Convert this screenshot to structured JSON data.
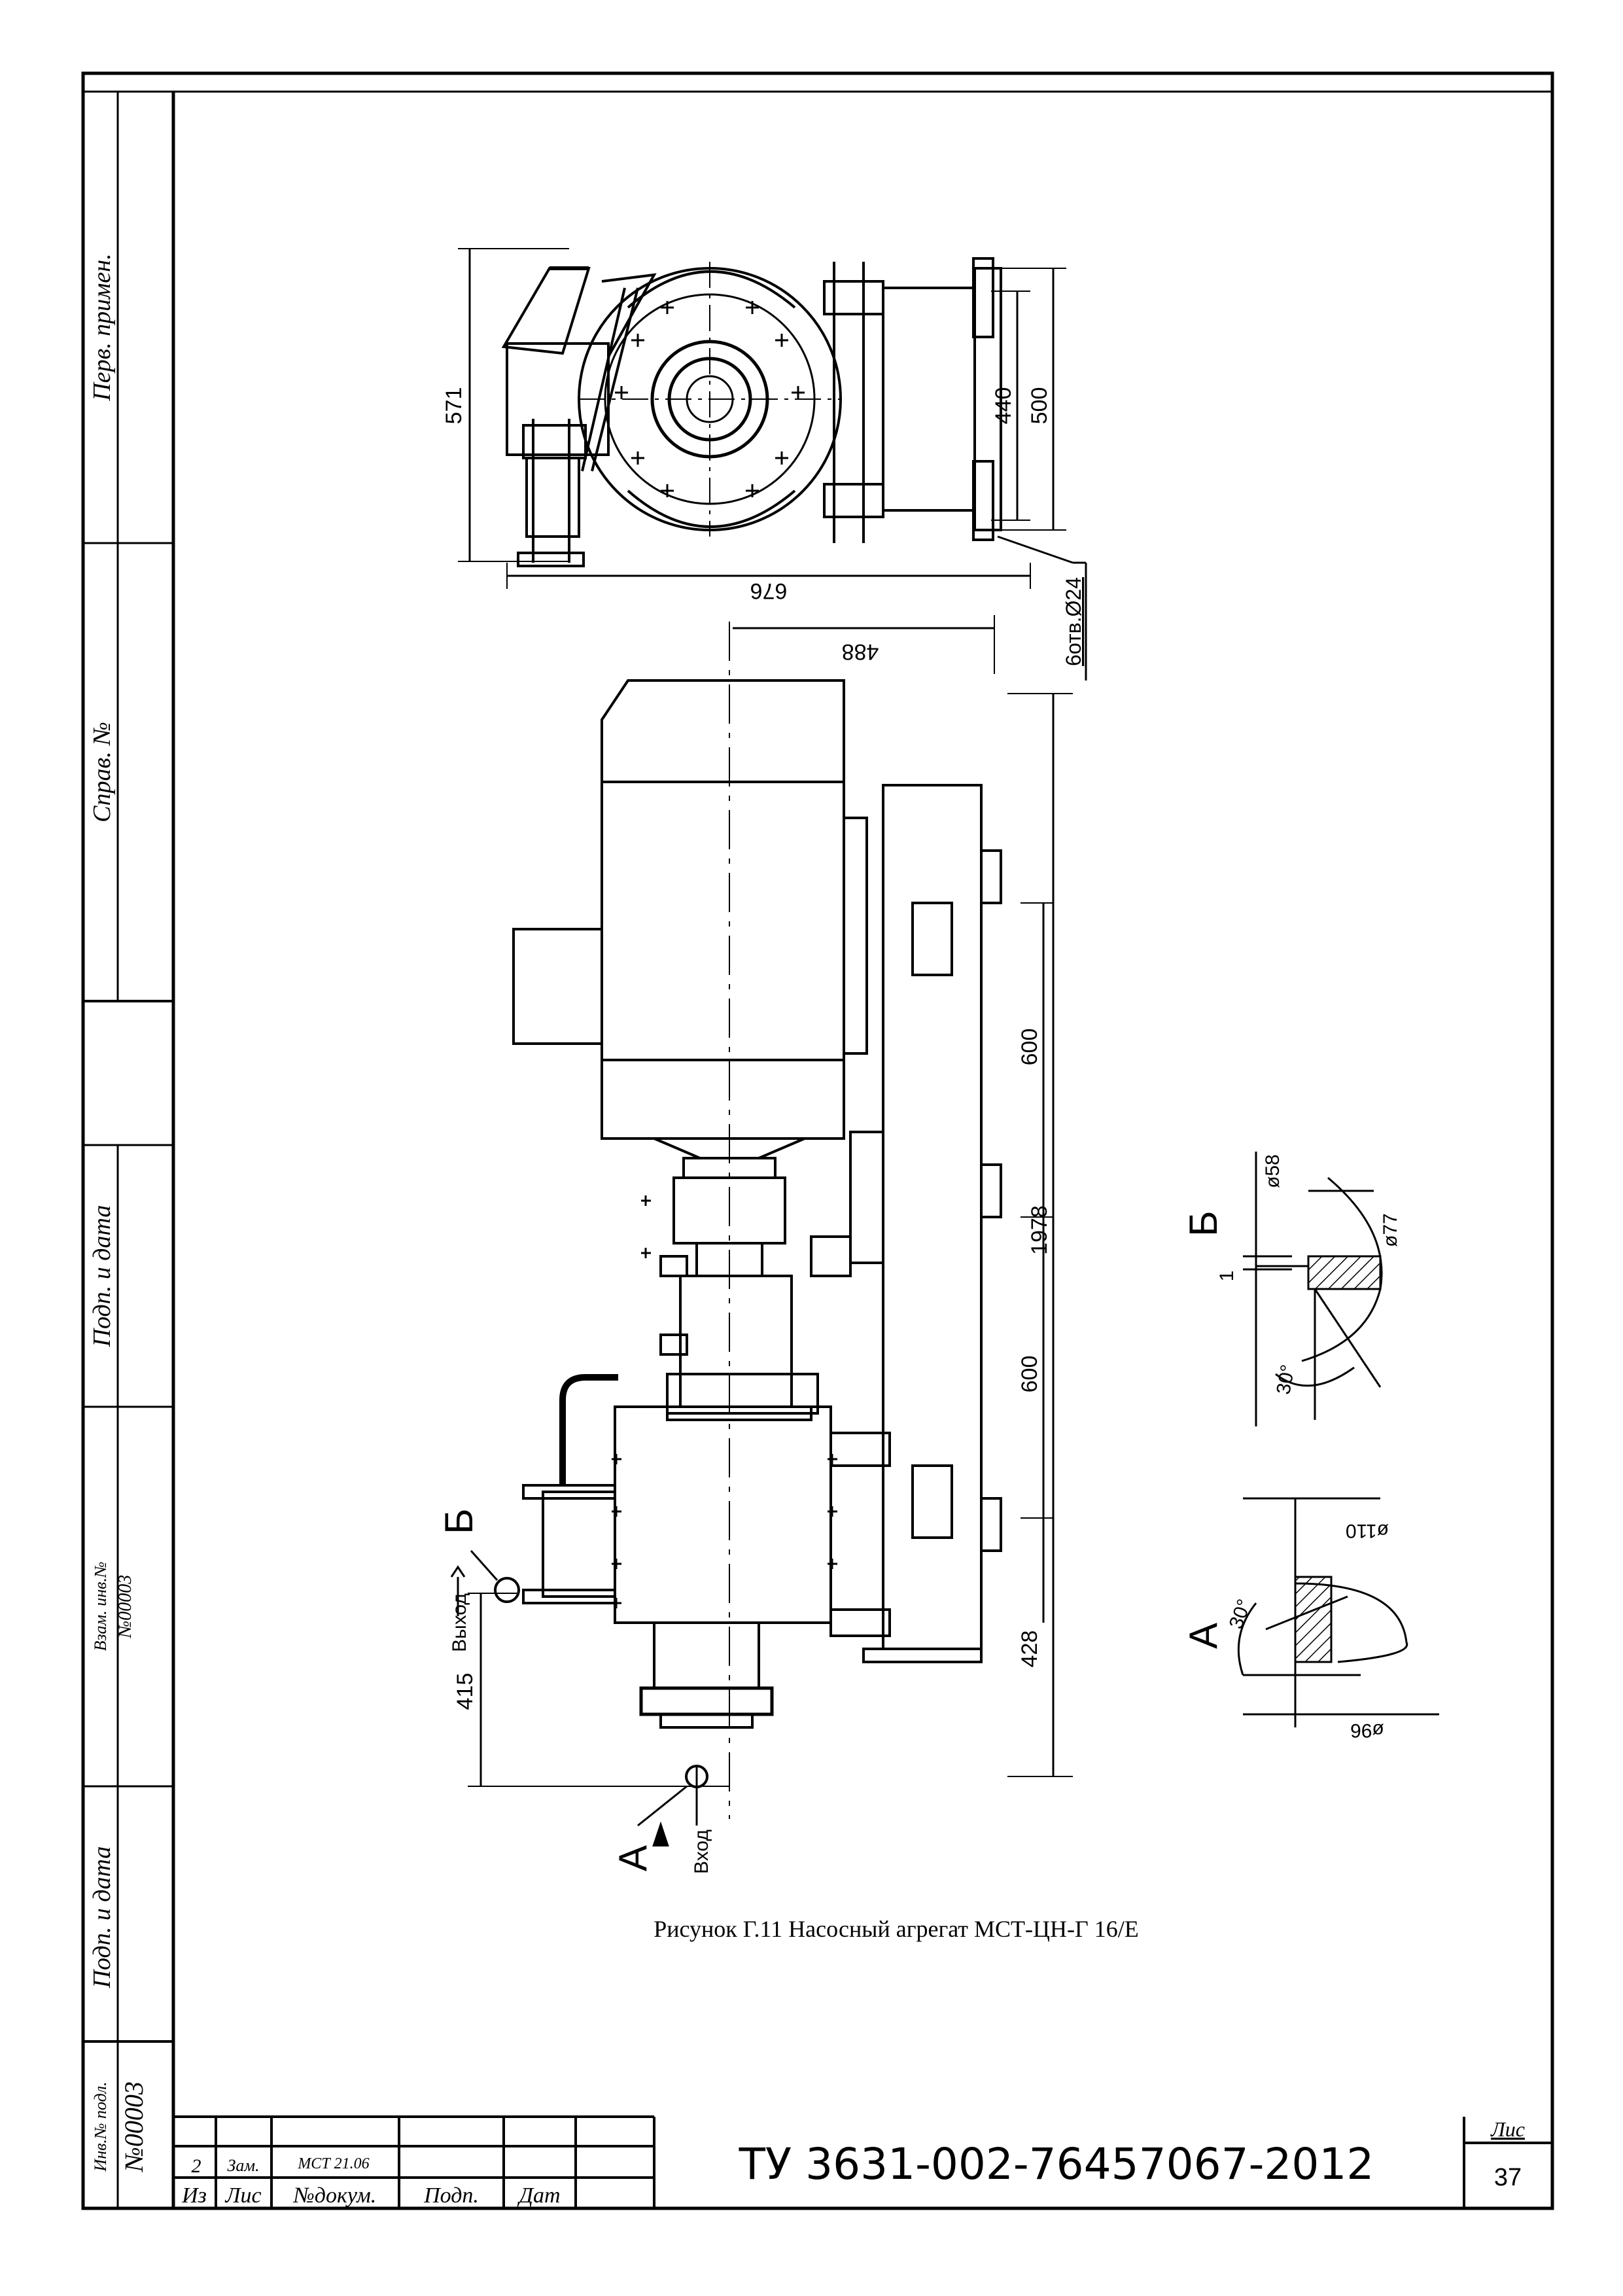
{
  "side_stamps": {
    "perv_primen": "Перв. примен.",
    "sprav_no": "Справ. №",
    "podp_data_top": "Подп. и дата",
    "vzam_inv": "Взам. инв.№",
    "vzam_inv_value": "№00003",
    "podp_data_bottom": "Подп. и дата",
    "inv_podl": "Инв.№ подл.",
    "inv_podl_value": "№00003"
  },
  "drawing": {
    "caption": "Рисунок Г.11 Насосный агрегат МСТ-ЦН-Г 16/Е",
    "dims": {
      "d571": "571",
      "d440": "440",
      "d500": "500",
      "d676": "676",
      "holes": "6отв.Ø24",
      "d488": "488",
      "d600a": "600",
      "d1978": "1978",
      "d600b": "600",
      "d428": "428",
      "d415": "415"
    },
    "labels": {
      "vyhod": "Выход",
      "vhod": "Вход",
      "b_top": "Б",
      "a_bottom": "А"
    },
    "detail_b": {
      "letter": "Б",
      "d58": "ø58",
      "d77": "ø77",
      "one": "1",
      "angle": "30°"
    },
    "detail_a": {
      "letter": "А",
      "d110": "ø110",
      "d96": "ø96",
      "angle": "30°"
    }
  },
  "title_block": {
    "rev": "2",
    "zam": "Зам.",
    "doc": "МСТ 21.06",
    "h_iz": "Из",
    "h_lis": "Лис",
    "h_doc": "№докум.",
    "h_podp": "Подп.",
    "h_dat": "Дат",
    "designation": "ТУ 3631-002-76457067-2012",
    "lis_label": "Лис",
    "sheet_no": "37"
  }
}
